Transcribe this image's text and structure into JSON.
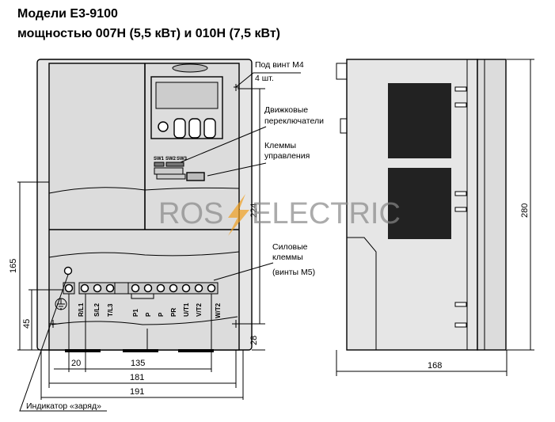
{
  "title": {
    "line1": "Модели E3-9100",
    "line2": "мощностью 007H (5,5 кВт) и 010H (7,5 кВт)"
  },
  "callouts": {
    "screw": "Под винт М4",
    "screw_count": "4 шт.",
    "switches_1": "Движковые",
    "switches_2": "переключатели",
    "control_1": "Клеммы",
    "control_2": "управления",
    "power_1": "Силовые",
    "power_2": "клеммы",
    "power_3": "(винты М5)",
    "charge": "Индикатор «заряд»"
  },
  "switch_labels": [
    "SW1",
    "SW2",
    "SW3"
  ],
  "terminals": [
    "R/L1",
    "S/L2",
    "T/L3",
    "P1",
    "P",
    "P",
    "PR",
    "U/T1",
    "V/T2",
    "W/T2"
  ],
  "dimensions": {
    "d20": "20",
    "d135": "135",
    "d181": "181",
    "d191": "191",
    "d165": "165",
    "d45": "45",
    "d224": "224",
    "d28": "28",
    "d168": "168",
    "d280": "280"
  },
  "watermark": {
    "left": "ROS",
    "right": "ELECTRIC",
    "bolt_color": "#f0a020"
  }
}
